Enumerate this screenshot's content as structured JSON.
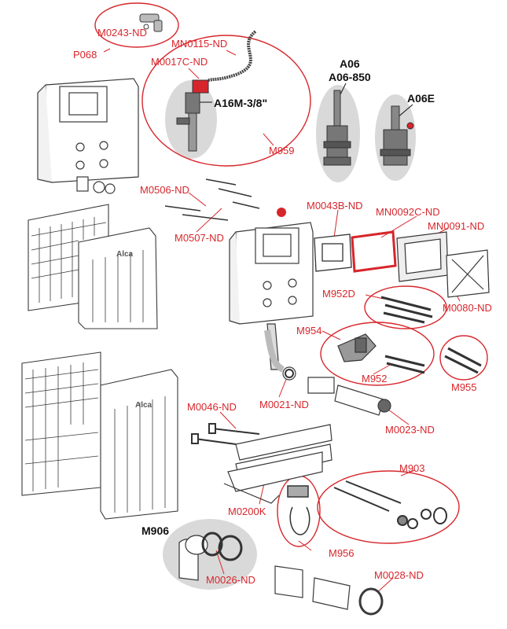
{
  "colors": {
    "label_red": "#d7262b",
    "label_black": "#111111",
    "part_outline": "#3a3a3a",
    "highlight_gray": "#d9d9d9",
    "part_fill": "#ffffff"
  },
  "labels": {
    "m0243": "M0243-ND",
    "p068": "P068",
    "mn0115": "MN0115-ND",
    "m0017c": "M0017C-ND",
    "a16m": "A16M-3/8\"",
    "m959": "M959",
    "a06": "A06",
    "a06_850": "A06-850",
    "a06e": "A06E",
    "m0506": "M0506-ND",
    "m0507": "M0507-ND",
    "m0043b": "M0043B-ND",
    "mn0092c": "MN0092C-ND",
    "mn0091": "MN0091-ND",
    "m952d": "M952D",
    "m0080": "M0080-ND",
    "m954": "M954",
    "m952": "M952",
    "m955": "M955",
    "m0021": "M0021-ND",
    "m0023": "M0023-ND",
    "m0046": "M0046-ND",
    "m0200k": "M0200K",
    "m903": "M903",
    "m906": "M906",
    "m0026": "M0026-ND",
    "m956": "M956",
    "m0028": "M0028-ND"
  },
  "brand": {
    "logo_text_1": "Alca",
    "logo_text_2": "Alca"
  },
  "icons": {
    "cistern": "tank-icon",
    "insulation": "panel-icon",
    "valve": "fill-valve-icon",
    "hose": "hose-icon"
  }
}
